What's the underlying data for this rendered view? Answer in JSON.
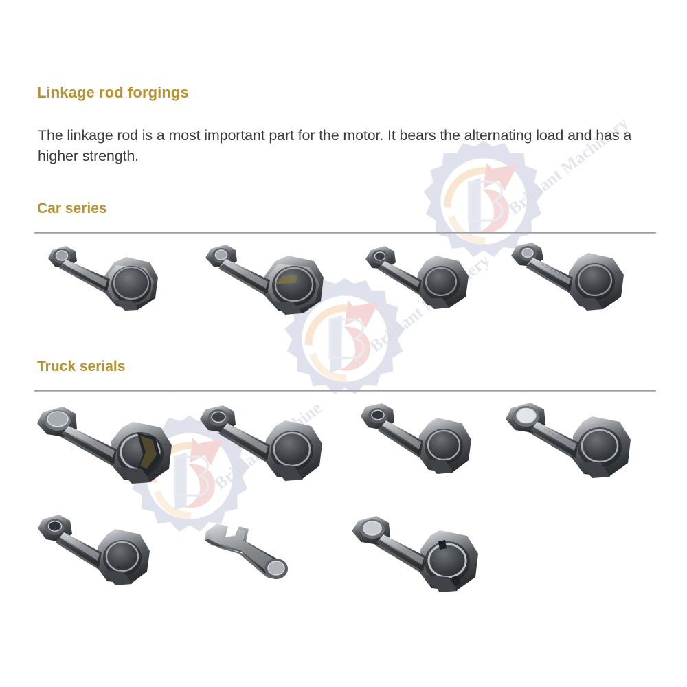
{
  "document": {
    "title": "Linkage rod forgings",
    "body": "The linkage rod is a most important part for the motor. It bears the alternating load and has a higher strength.",
    "background_color": "#ffffff",
    "heading_color": "#b6932f",
    "body_text_color": "#3b3b3b",
    "rule_color": "#9b9ba3"
  },
  "sections": [
    {
      "id": "car-series",
      "title": "Car series",
      "rows": [
        {
          "id": "car-row-1",
          "items": [
            {
              "name": "connecting-rod-car-1",
              "orientation": "diagonal-down-right",
              "big_end": "right",
              "scale": 1.0
            },
            {
              "name": "connecting-rod-car-2",
              "orientation": "diagonal-down-right",
              "big_end": "right",
              "scale": 1.05
            },
            {
              "name": "connecting-rod-car-3",
              "orientation": "diagonal-down-right",
              "big_end": "right",
              "scale": 0.88
            },
            {
              "name": "connecting-rod-car-4",
              "orientation": "diagonal-down-right",
              "big_end": "right",
              "scale": 0.95
            }
          ]
        }
      ]
    },
    {
      "id": "truck-serials",
      "title": "Truck serials",
      "rows": [
        {
          "id": "truck-row-1",
          "items": [
            {
              "name": "connecting-rod-truck-1",
              "orientation": "diagonal-down-right",
              "big_end": "right",
              "scale": 1.12
            },
            {
              "name": "connecting-rod-truck-2",
              "orientation": "diagonal-down-right",
              "big_end": "right",
              "scale": 1.0
            },
            {
              "name": "connecting-rod-truck-3",
              "orientation": "diagonal-down-right",
              "big_end": "right",
              "scale": 0.92
            },
            {
              "name": "connecting-rod-truck-4",
              "orientation": "diagonal-down-right",
              "big_end": "right",
              "scale": 1.0
            }
          ]
        },
        {
          "id": "truck-row-2",
          "items": [
            {
              "name": "connecting-rod-truck-5",
              "orientation": "diagonal-down-right",
              "big_end": "right",
              "scale": 0.85
            },
            {
              "name": "connecting-rod-truck-6",
              "orientation": "diagonal-down-right",
              "big_end": "right",
              "scale": 0.72
            },
            {
              "name": "connecting-rod-truck-7",
              "orientation": "diagonal-down-right",
              "big_end": "right",
              "scale": 1.0
            }
          ]
        }
      ]
    }
  ],
  "watermarks": [
    {
      "id": "watermark-top",
      "brand": "Brilliant Machinery",
      "logo": "bm-gear-logo"
    },
    {
      "id": "watermark-middle",
      "brand": "Brilliant Machinery",
      "logo": "bm-gear-logo"
    },
    {
      "id": "watermark-bottom",
      "brand": "Brilliant Machine",
      "logo": "bm-gear-logo"
    }
  ],
  "brand": {
    "name": "Brilliant Machinery",
    "logo_colors": {
      "gear": "#97a2c4",
      "flame_red": "#e07b7b",
      "flame_orange": "#e8a24a",
      "letter": "#9aa4c6"
    }
  }
}
